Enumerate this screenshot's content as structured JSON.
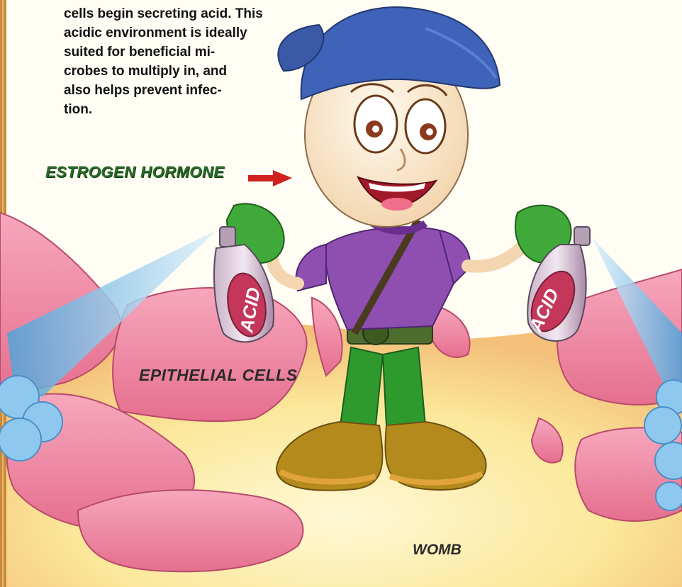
{
  "paragraph": {
    "lines": [
      "cells begin secreting acid. This",
      "acidic environment is ideally",
      "suited for beneficial mi-",
      "crobes to multiply in, and",
      "also helps prevent infec-",
      "tion."
    ]
  },
  "labels": {
    "estrogen": "ESTROGEN HORMONE",
    "epithelial": "EPITHELIAL CELLS",
    "womb": "WOMB",
    "bottle_left": "ACID",
    "bottle_right": "ACID"
  },
  "colors": {
    "cell_pink": "#ef8aa4",
    "ground_yellow": "#fbe89a",
    "cap_blue": "#3f63b8",
    "shirt_purple": "#8e4fb0",
    "pants_green": "#2e9a2e",
    "glove_green": "#3faa3a",
    "boot_orange": "#b48a1c",
    "arrow_red": "#d02020",
    "spray_blue": "#9fd3f5",
    "border_orange": "#c98a3a"
  },
  "icons": {
    "arrow": "red-right-arrow",
    "character": "cartoon-cell-helper"
  }
}
